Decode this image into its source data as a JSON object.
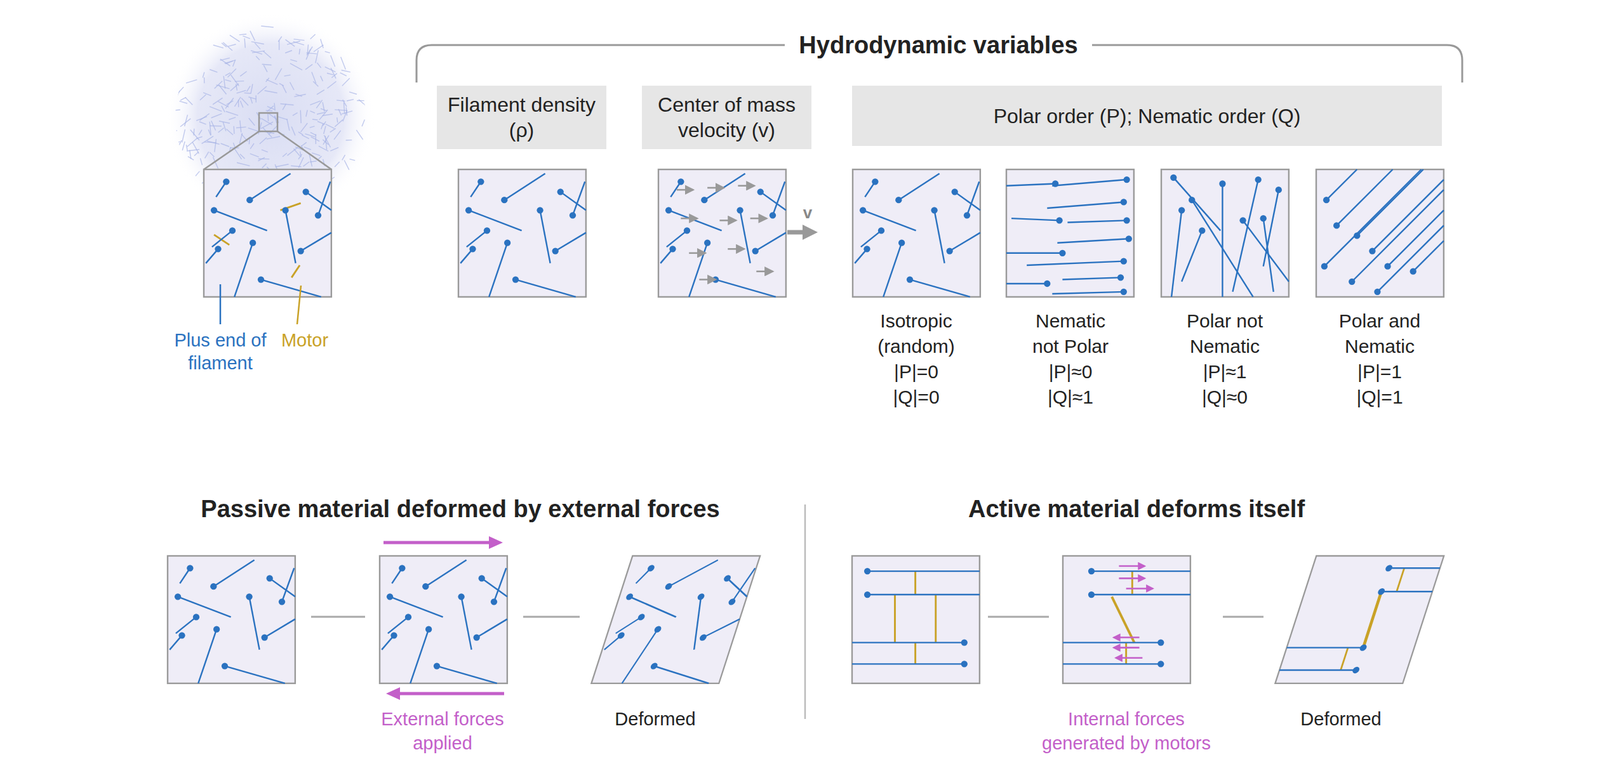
{
  "diagram": {
    "nodes": [
      {
        "text": [
          "Filament density (ρ)"
        ]
      },
      {
        "text": [
          "Center of mass velocity (v)"
        ]
      },
      {
        "text": [
          "Polar order (P); Nematic order (Q)"
        ]
      }
    ],
    "labels": [
      "Hydrodynamic variables",
      "Plus end of filament",
      "Motor",
      "v",
      "Isotropic (random)",
      "|P|=0",
      "|Q|=0",
      "Nematic not Polar",
      "|P|≈0",
      "|Q|≈1",
      "Polar not Nematic",
      "|P|≈1",
      "|Q|≈0",
      "Polar and Nematic",
      "|P|=1",
      "|Q|=1",
      "Passive material deformed by external forces",
      "External forces applied",
      "Deformed",
      "Active material deforms itself",
      "Internal forces generated by motors",
      "Deformed"
    ]
  }
}
